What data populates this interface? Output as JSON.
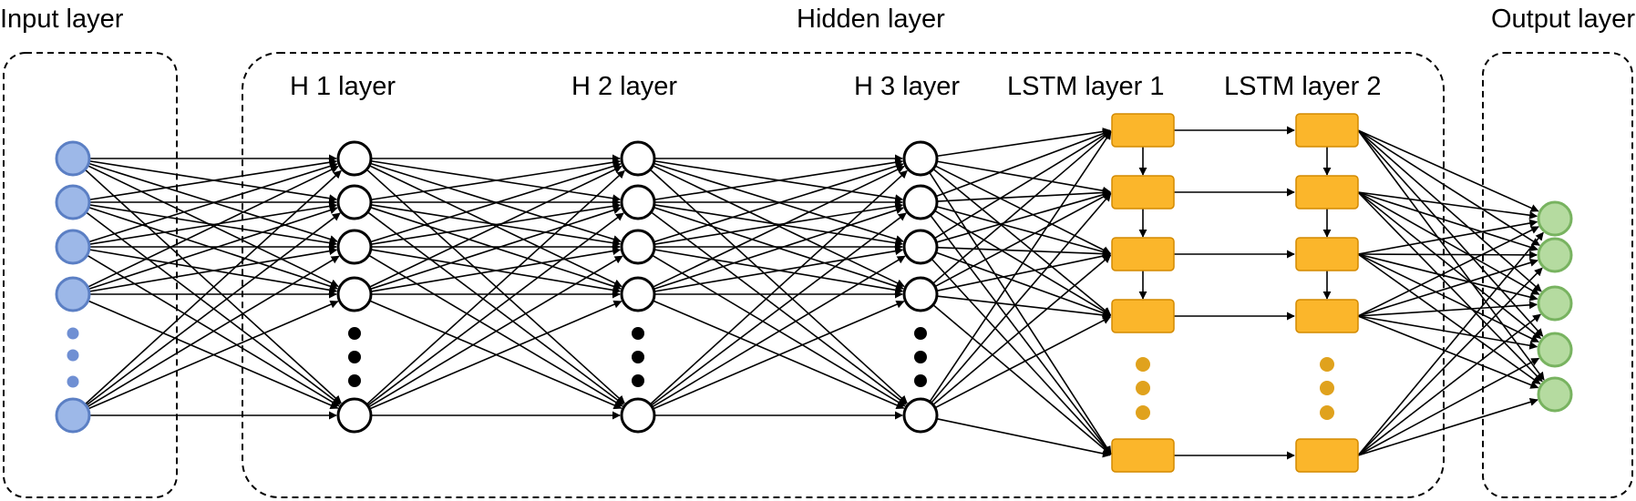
{
  "labels": {
    "input": "Input layer",
    "hidden": "Hidden layer",
    "output": "Output layer",
    "h1": "H 1 layer",
    "h2": "H 2 layer",
    "h3": "H 3 layer",
    "lstm1": "LSTM layer 1",
    "lstm2": "LSTM layer 2"
  },
  "layers": [
    {
      "id": "input",
      "kind": "neuron",
      "color": "#9db8e8"
    },
    {
      "id": "h1",
      "kind": "neuron",
      "color": "#ffffff"
    },
    {
      "id": "h2",
      "kind": "neuron",
      "color": "#ffffff"
    },
    {
      "id": "h3",
      "kind": "neuron",
      "color": "#ffffff"
    },
    {
      "id": "lstm1",
      "kind": "lstm-cell",
      "color": "#fbb62b"
    },
    {
      "id": "lstm2",
      "kind": "lstm-cell",
      "color": "#fbb62b"
    },
    {
      "id": "output",
      "kind": "neuron",
      "color": "#b5dba0"
    }
  ],
  "connections": [
    {
      "from": "input",
      "to": "h1",
      "type": "fully-connected"
    },
    {
      "from": "h1",
      "to": "h2",
      "type": "fully-connected"
    },
    {
      "from": "h2",
      "to": "h3",
      "type": "fully-connected"
    },
    {
      "from": "h3",
      "to": "lstm1",
      "type": "fully-connected"
    },
    {
      "from": "lstm1",
      "to": "lstm2",
      "type": "one-to-one"
    },
    {
      "from": "lstm2",
      "to": "output",
      "type": "fully-connected"
    },
    {
      "from": "lstm1",
      "to": "lstm1",
      "type": "recurrent-chain"
    },
    {
      "from": "lstm2",
      "to": "lstm2",
      "type": "recurrent-chain"
    }
  ]
}
